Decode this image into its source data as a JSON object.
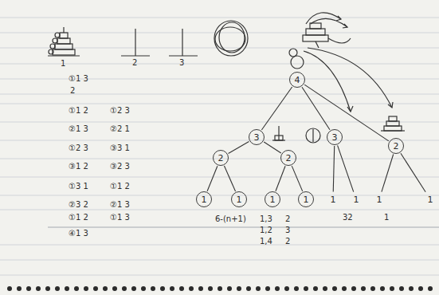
{
  "diagram": {
    "nodes": [
      {
        "text": [
          "4"
        ]
      },
      {
        "text": [
          "3"
        ]
      },
      {
        "text": [
          "3"
        ]
      },
      {
        "text": [
          "2"
        ]
      },
      {
        "text": [
          "2"
        ]
      },
      {
        "text": [
          "2"
        ]
      },
      {
        "text": [
          "1"
        ]
      },
      {
        "text": [
          "1"
        ]
      },
      {
        "text": [
          "1"
        ]
      },
      {
        "text": [
          "1"
        ]
      },
      {
        "text": [
          "1"
        ]
      },
      {
        "text": [
          "1"
        ]
      },
      {
        "text": [
          "1"
        ]
      },
      {
        "text": [
          "1"
        ]
      }
    ],
    "edges": [
      {
        "from": 0,
        "to": 1,
        "arrow": "none"
      },
      {
        "from": 0,
        "to": 2,
        "arrow": "none"
      },
      {
        "from": 0,
        "to": 3,
        "arrow": "none"
      },
      {
        "from": 1,
        "to": 4,
        "arrow": "none"
      },
      {
        "from": 1,
        "to": 5,
        "arrow": "none"
      },
      {
        "from": 4,
        "to": 6,
        "arrow": "none"
      },
      {
        "from": 4,
        "to": 7,
        "arrow": "none"
      },
      {
        "from": 5,
        "to": 8,
        "arrow": "none"
      },
      {
        "from": 5,
        "to": 9,
        "arrow": "none"
      },
      {
        "from": 2,
        "to": 10,
        "arrow": "none"
      },
      {
        "from": 2,
        "to": 11,
        "arrow": "none"
      },
      {
        "from": 3,
        "to": 12,
        "arrow": "none"
      },
      {
        "from": 3,
        "to": 13,
        "arrow": "none"
      }
    ],
    "labels": [
      "1",
      "2",
      "3",
      "①1 3",
      "2",
      "①1 2",
      "②1 3",
      "①2 3",
      "③1 2",
      "①3 1",
      "②3 2",
      "①1 2",
      "④1 3",
      "①2 3",
      "②2 1",
      "③3 1",
      "③2 3",
      "①1 2",
      "②1 3",
      "①1 3",
      "6-(n+1)",
      "1,3",
      "2",
      "1,2",
      "3",
      "1,4",
      "2",
      "32",
      "1"
    ]
  }
}
